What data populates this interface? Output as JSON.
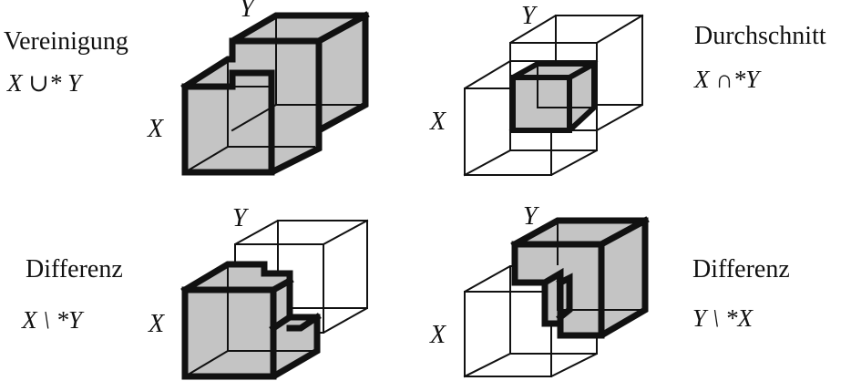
{
  "diagram": {
    "panels": [
      {
        "id": "union",
        "name": "Vereinigung",
        "formula": "X ∪* Y",
        "label_x": "X",
        "label_y": "Y"
      },
      {
        "id": "intersection",
        "name": "Durchschnitt",
        "formula": "X ∩*Y",
        "label_x": "X",
        "label_y": "Y"
      },
      {
        "id": "difference-x-y",
        "name": "Differenz",
        "formula": "X \\ *Y",
        "label_x": "X",
        "label_y": "Y"
      },
      {
        "id": "difference-y-x",
        "name": "Differenz",
        "formula": "Y \\ *X",
        "label_x": "X",
        "label_y": "Y"
      }
    ],
    "colors": {
      "fill": "#c4c4c4",
      "stroke": "#111111"
    }
  }
}
